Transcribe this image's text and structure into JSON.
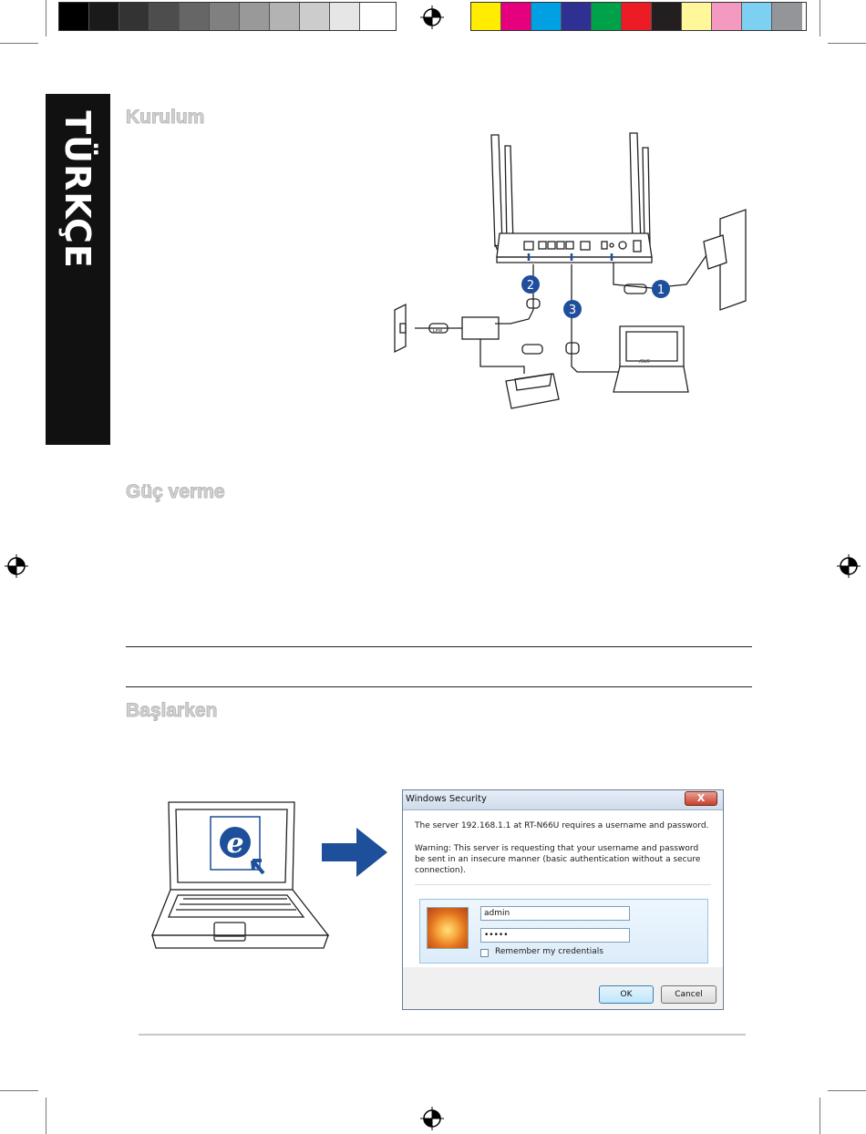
{
  "side_tab": {
    "label": "TÜRKÇE"
  },
  "sections": {
    "kurulum": "Kurulum",
    "guc_verme": "Güç verme",
    "baslarken": "Başlarken"
  },
  "diagram": {
    "line_label": "Line",
    "callouts": [
      "1",
      "2",
      "3"
    ],
    "laptop_brand": "/SUS"
  },
  "dialog": {
    "title": "Windows Security",
    "close_label": "X",
    "message": "The server 192.168.1.1 at RT-N66U requires a username and password.",
    "warning": "Warning: This server is requesting that your username and password be sent in an insecure manner (basic authentication without a secure connection).",
    "username_value": "admin",
    "password_value": "•••••",
    "remember_label": "Remember my credentials",
    "ok_label": "OK",
    "cancel_label": "Cancel"
  },
  "colors": {
    "callout": "#1f4e9c",
    "arrow": "#1d4f9a",
    "side_tab": "#111111"
  },
  "registration_colors_left": [
    "#000000",
    "#1a1a1a",
    "#333333",
    "#4d4d4d",
    "#666666",
    "#808080",
    "#999999",
    "#b3b3b3",
    "#cccccc",
    "#e6e6e6",
    "#ffffff"
  ],
  "registration_colors_right": [
    "#ffec00",
    "#e6007e",
    "#00a0e3",
    "#2e3192",
    "#00a14b",
    "#ed1c24",
    "#231f20",
    "#fff799",
    "#f49ac1",
    "#7dd0f2",
    "#939598"
  ]
}
